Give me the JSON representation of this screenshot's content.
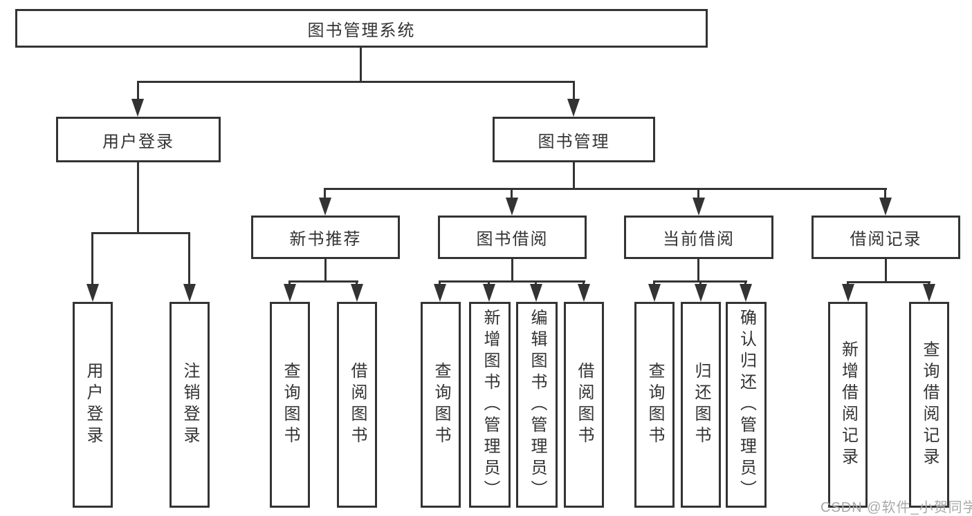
{
  "tree": {
    "label": "图书管理系统",
    "children": [
      {
        "label": "用户登录",
        "children": [
          {
            "label": "用户登录"
          },
          {
            "label": "注销登录"
          }
        ]
      },
      {
        "label": "图书管理",
        "children": [
          {
            "label": "新书推荐",
            "children": [
              {
                "label": "查询图书"
              },
              {
                "label": "借阅图书"
              }
            ]
          },
          {
            "label": "图书借阅",
            "children": [
              {
                "label": "查询图书"
              },
              {
                "label": "新增图书（管理员）"
              },
              {
                "label": "编辑图书（管理员）"
              },
              {
                "label": "借阅图书"
              }
            ]
          },
          {
            "label": "当前借阅",
            "children": [
              {
                "label": "查询图书"
              },
              {
                "label": "归还图书"
              },
              {
                "label": "确认归还（管理员）"
              }
            ]
          },
          {
            "label": "借阅记录",
            "children": [
              {
                "label": "新增借阅记录"
              },
              {
                "label": "查询借阅记录"
              }
            ]
          }
        ]
      }
    ]
  },
  "watermark": {
    "text": "CSDN @软件_小贺同学"
  },
  "colors": {
    "line": "#333333",
    "text": "#333333",
    "background": "#ffffff",
    "watermark": "#a8a8a8"
  }
}
